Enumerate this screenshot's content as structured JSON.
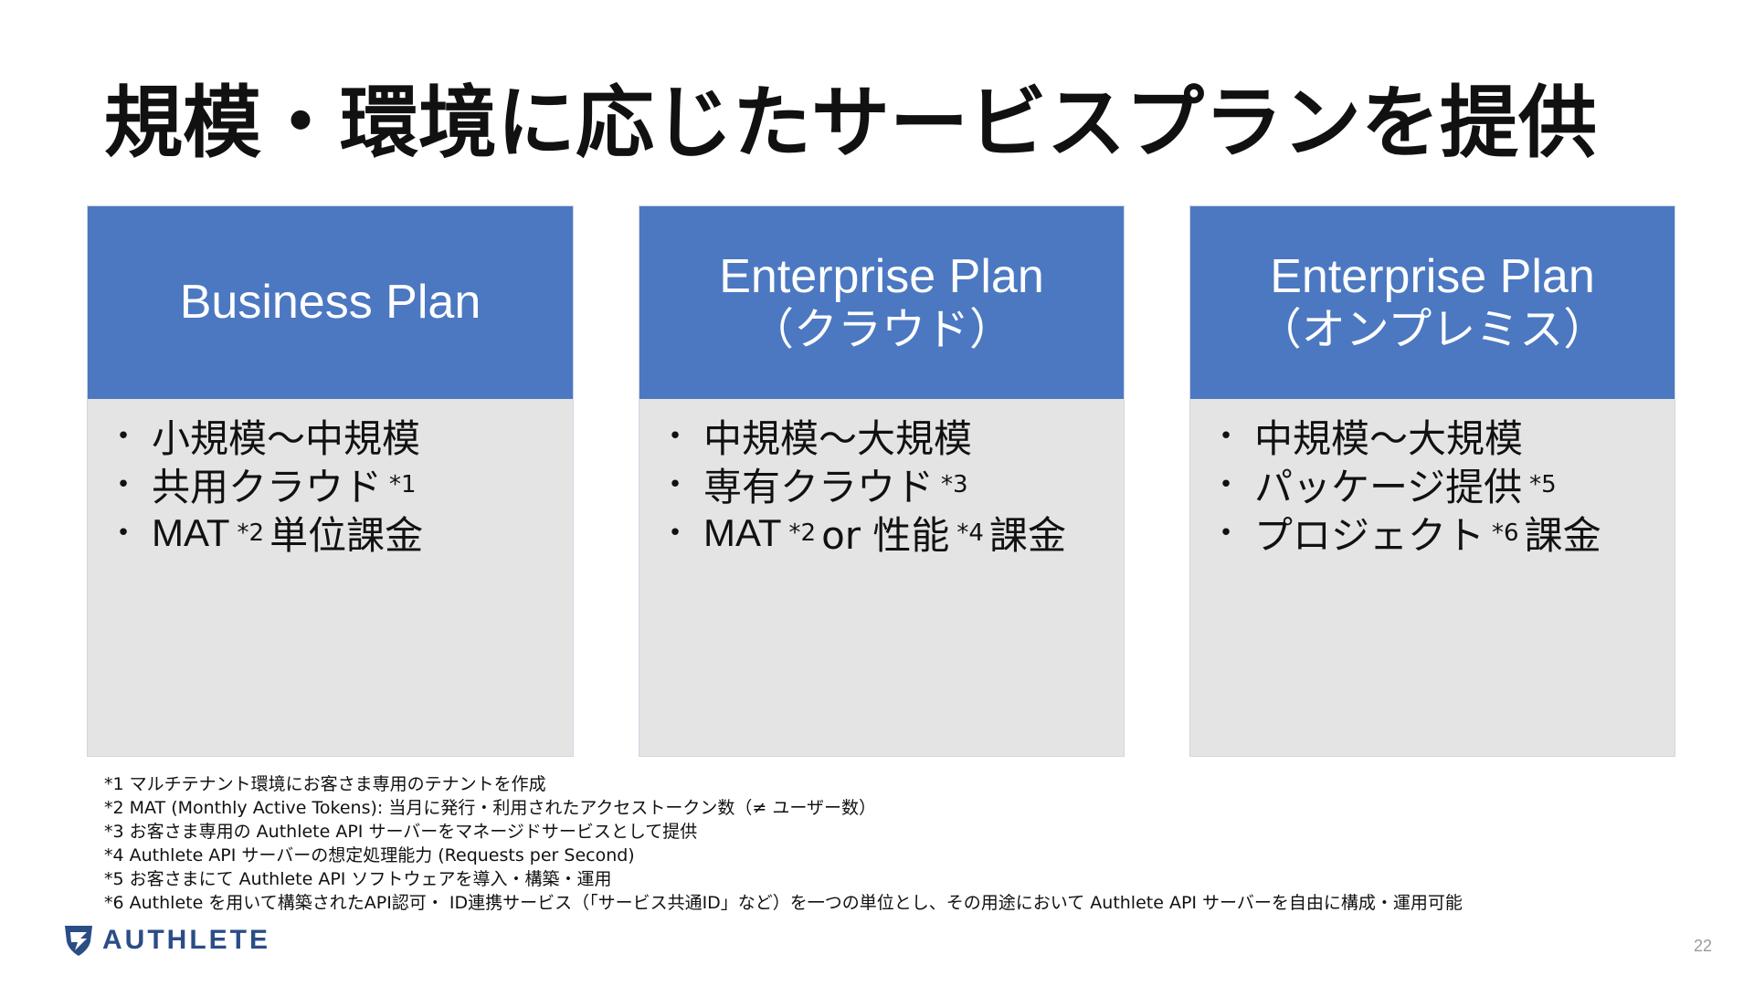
{
  "slide": {
    "title": "規模・環境に応じたサービスプランを提供",
    "page_number": "22",
    "logo_text": "AUTHLETE"
  },
  "plans": [
    {
      "title": "Business Plan",
      "subtitle": "",
      "items": [
        {
          "text": "小規模〜中規模",
          "note": "",
          "suffix": ""
        },
        {
          "text": "共用クラウド",
          "note": "*1",
          "suffix": ""
        },
        {
          "text": "MAT",
          "note": "*2",
          "suffix": "単位課金"
        }
      ]
    },
    {
      "title": "Enterprise Plan",
      "subtitle": "（クラウド）",
      "items": [
        {
          "text": "中規模〜大規模",
          "note": "",
          "suffix": ""
        },
        {
          "text": "専有クラウド",
          "note": "*3",
          "suffix": ""
        },
        {
          "text": "MAT",
          "note": "*2",
          "suffix": "or 性能",
          "note2": "*4",
          "suffix2": "課金"
        }
      ]
    },
    {
      "title": "Enterprise Plan",
      "subtitle": "（オンプレミス）",
      "items": [
        {
          "text": "中規模〜大規模",
          "note": "",
          "suffix": ""
        },
        {
          "text": "パッケージ提供",
          "note": "*5",
          "suffix": ""
        },
        {
          "text": "プロジェクト",
          "note": "*6",
          "suffix": "課金"
        }
      ]
    }
  ],
  "footnotes": [
    "*1 マルチテナント環境にお客さま専用のテナントを作成",
    "*2 MAT (Monthly Active Tokens): 当月に発行・利用されたアクセストークン数（≠ ユーザー数）",
    "*3 お客さま専用の Authlete API サーバーをマネージドサービスとして提供",
    "*4 Authlete API サーバーの想定処理能力 (Requests per Second)",
    "*5 お客さまにて Authlete API ソフトウェアを導入・構築・運用",
    "*6 Authlete を用いて構築されたAPI認可・ ID連携サービス（「サービス共通ID」など）を一つの単位とし、その用途において Authlete API サーバーを自由に構成・運用可能"
  ],
  "colors": {
    "header_blue": "#4b78c1",
    "card_gray": "#e4e4e4",
    "logo_navy": "#2a4d86"
  }
}
